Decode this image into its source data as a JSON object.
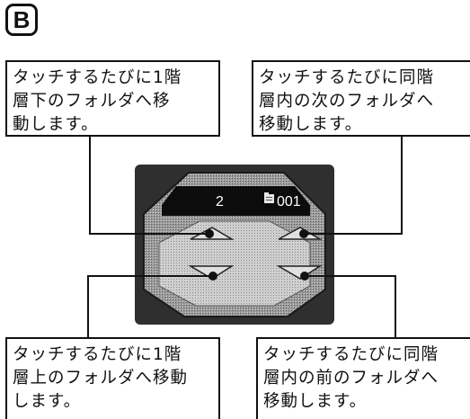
{
  "badge": "B",
  "callouts": {
    "top_left": "タッチするたびに1階\n層下のフォルダへ移\n動します。",
    "top_right": "タッチするたびに同階\n層内の次のフォルダへ\n移動します。",
    "bottom_left": "タッチするたびに1階\n層上のフォルダへ移動\nします。",
    "bottom_right": "タッチするたびに同階\n層内の前のフォルダへ\n移動します。"
  },
  "screen": {
    "level_number": "2",
    "folder_icon": "folder-icon",
    "folder_number": "001"
  },
  "buttons": {
    "down_layer_icon": "arrow-left-up-icon",
    "next_folder_icon": "arrow-right-up-icon",
    "up_layer_icon": "arrow-left-down-icon",
    "prev_folder_icon": "arrow-right-down-icon"
  },
  "colors": {
    "panel_dark": "#3a3a3a",
    "panel_mid": "#8c8c8c",
    "panel_light": "#c9c9c9",
    "screen_black": "#0c0c0c",
    "line": "#111111"
  }
}
